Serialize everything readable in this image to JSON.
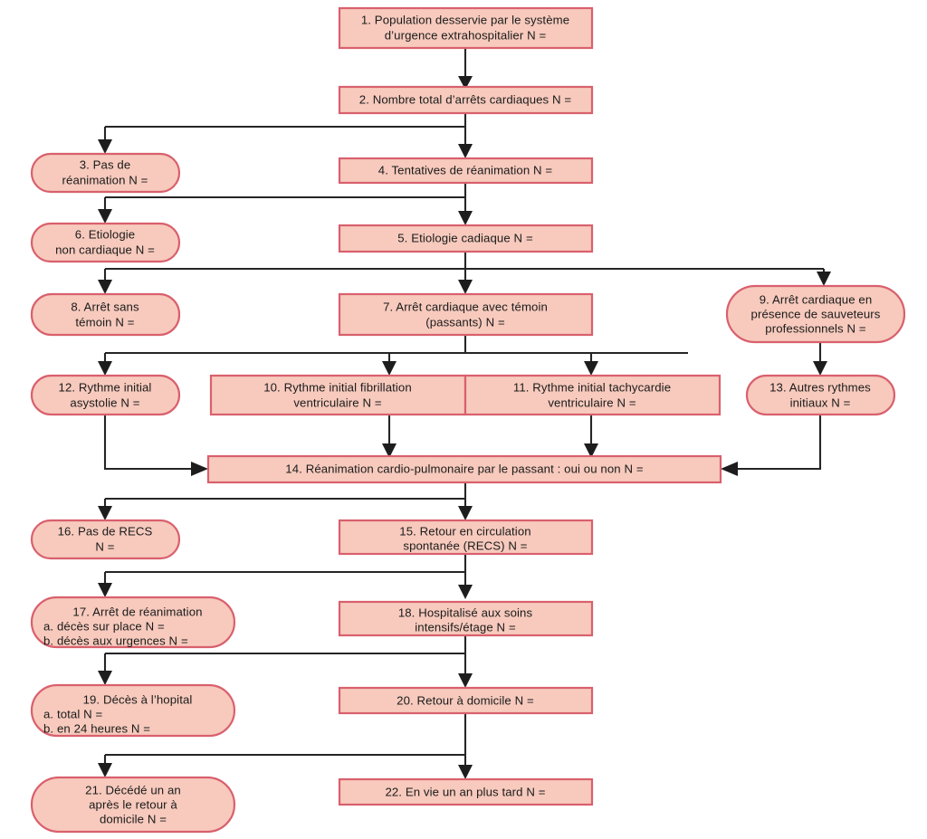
{
  "diagram": {
    "title": "Modele Utstein - registre des arrets cardiaques extrahospitaliers",
    "type": "flowchart",
    "language": "fr",
    "colors": {
      "node_fill": "#f7cabd",
      "node_border": "#d9606d",
      "connector": "#252525",
      "text": "#1b1b1b",
      "background": "#ffffff"
    },
    "nodes": [
      {
        "id": "n1",
        "number": "1.",
        "shape": "rect",
        "lines": [
          "1. Population desservie par le système",
          "d’urgence extrahospitalier N ="
        ]
      },
      {
        "id": "n2",
        "number": "2.",
        "shape": "rect",
        "lines": [
          "2. Nombre total d’arrêts cardiaques N ="
        ]
      },
      {
        "id": "n3",
        "number": "3.",
        "shape": "rounded",
        "lines": [
          "3. Pas de",
          "réanimation N ="
        ]
      },
      {
        "id": "n4",
        "number": "4.",
        "shape": "rect",
        "lines": [
          "4. Tentatives de réanimation N ="
        ]
      },
      {
        "id": "n5",
        "number": "5.",
        "shape": "rect",
        "lines": [
          "5. Etiologie cadiaque N ="
        ]
      },
      {
        "id": "n6",
        "number": "6.",
        "shape": "rounded",
        "lines": [
          "6. Etiologie",
          "non cardiaque N ="
        ]
      },
      {
        "id": "n7",
        "number": "7.",
        "shape": "rect",
        "lines": [
          "7. Arrêt cardiaque avec témoin",
          "(passants) N ="
        ]
      },
      {
        "id": "n8",
        "number": "8.",
        "shape": "rounded",
        "lines": [
          "8. Arrêt sans",
          "témoin N ="
        ]
      },
      {
        "id": "n9",
        "number": "9.",
        "shape": "rounded",
        "lines": [
          "9. Arrêt cardiaque en",
          "présence de sauveteurs",
          "professionnels N ="
        ]
      },
      {
        "id": "n10",
        "number": "10.",
        "shape": "rect",
        "lines": [
          "10. Rythme initial fibrillation",
          "ventriculaire N ="
        ]
      },
      {
        "id": "n11",
        "number": "11.",
        "shape": "rect",
        "lines": [
          "11. Rythme initial tachycardie",
          "ventriculaire N ="
        ]
      },
      {
        "id": "n12",
        "number": "12.",
        "shape": "rounded",
        "lines": [
          "12. Rythme initial",
          "asystolie N ="
        ]
      },
      {
        "id": "n13",
        "number": "13.",
        "shape": "rounded",
        "lines": [
          "13. Autres rythmes",
          "initiaux N ="
        ]
      },
      {
        "id": "n14",
        "number": "14.",
        "shape": "rect",
        "lines": [
          "14. Réanimation cardio-pulmonaire par le passant : oui ou non N ="
        ]
      },
      {
        "id": "n15",
        "number": "15.",
        "shape": "rect",
        "lines": [
          "15. Retour en circulation",
          "spontanée (RECS) N ="
        ]
      },
      {
        "id": "n16",
        "number": "16.",
        "shape": "rounded",
        "lines": [
          "16. Pas de RECS",
          "N ="
        ]
      },
      {
        "id": "n17",
        "number": "17.",
        "shape": "rounded",
        "lines": [
          "17. Arrêt de réanimation",
          "a. décès sur place N =",
          "b. décès aux urgences N ="
        ]
      },
      {
        "id": "n18",
        "number": "18.",
        "shape": "rect",
        "lines": [
          "18. Hospitalisé aux soins",
          "intensifs/étage N ="
        ]
      },
      {
        "id": "n19",
        "number": "19.",
        "shape": "rounded",
        "lines": [
          "19. Décès à l’hopital",
          "a. total N =",
          "b. en 24 heures N ="
        ]
      },
      {
        "id": "n20",
        "number": "20.",
        "shape": "rect",
        "lines": [
          "20. Retour à domicile N ="
        ]
      },
      {
        "id": "n21",
        "number": "21.",
        "shape": "rounded",
        "lines": [
          "21. Décédé un an",
          "après le retour à",
          "domicile N ="
        ]
      },
      {
        "id": "n22",
        "number": "22.",
        "shape": "rect",
        "lines": [
          "22. En vie un an plus tard N ="
        ]
      }
    ],
    "edges": [
      {
        "from": "n1",
        "to": "n2"
      },
      {
        "from": "n2",
        "to": "n3"
      },
      {
        "from": "n2",
        "to": "n4"
      },
      {
        "from": "n4",
        "to": "n6"
      },
      {
        "from": "n4",
        "to": "n5"
      },
      {
        "from": "n5",
        "to": "n8"
      },
      {
        "from": "n5",
        "to": "n7"
      },
      {
        "from": "n5",
        "to": "n9"
      },
      {
        "from": "n7",
        "to": "n12"
      },
      {
        "from": "n7",
        "to": "n10"
      },
      {
        "from": "n7",
        "to": "n11"
      },
      {
        "from": "n9",
        "to": "n13"
      },
      {
        "from": "n12",
        "to": "n14"
      },
      {
        "from": "n10",
        "to": "n14"
      },
      {
        "from": "n11",
        "to": "n14"
      },
      {
        "from": "n13",
        "to": "n14"
      },
      {
        "from": "n14",
        "to": "n16"
      },
      {
        "from": "n14",
        "to": "n15"
      },
      {
        "from": "n15",
        "to": "n17"
      },
      {
        "from": "n15",
        "to": "n18"
      },
      {
        "from": "n18",
        "to": "n19"
      },
      {
        "from": "n18",
        "to": "n20"
      },
      {
        "from": "n20",
        "to": "n21"
      },
      {
        "from": "n20",
        "to": "n22"
      }
    ]
  }
}
